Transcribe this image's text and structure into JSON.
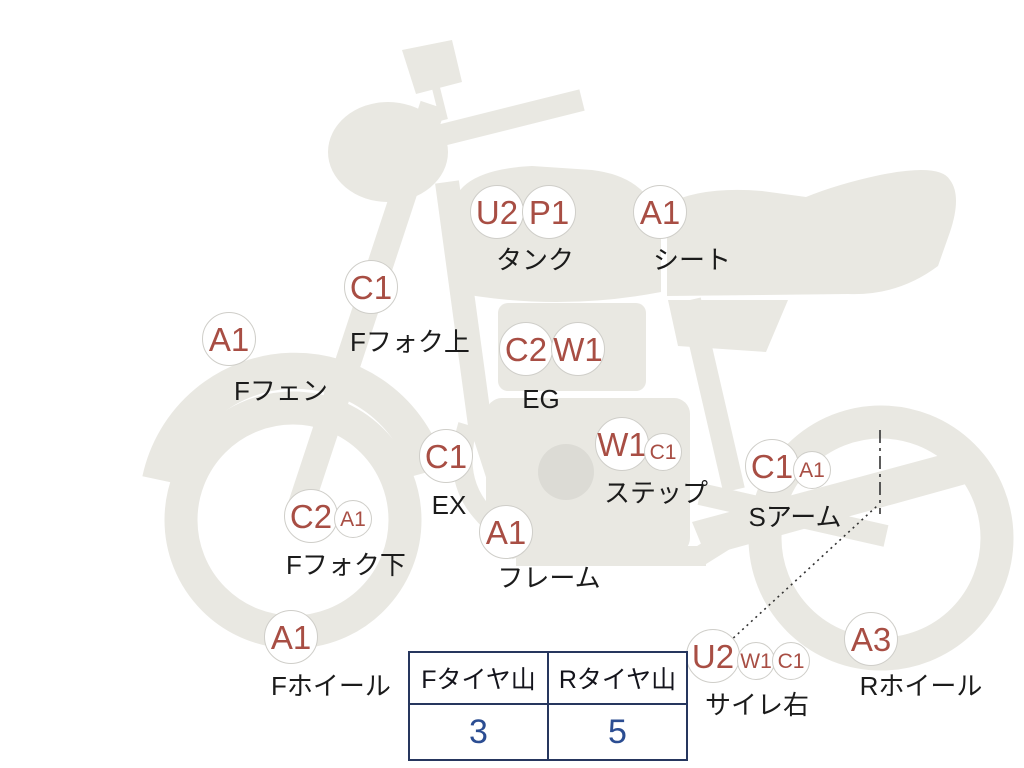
{
  "diagram": {
    "title": "motorcycle-condition-map",
    "markers": [
      {
        "id": "tank",
        "codes": [
          "U2",
          "P1"
        ],
        "label": "タンク"
      },
      {
        "id": "seat",
        "codes": [
          "A1"
        ],
        "label": "シート"
      },
      {
        "id": "front-fork-upper",
        "codes": [
          "C1"
        ],
        "label": "Fフォク上"
      },
      {
        "id": "front-fender",
        "codes": [
          "A1"
        ],
        "label": "Fフェン"
      },
      {
        "id": "engine",
        "codes": [
          "C2",
          "W1"
        ],
        "label": "EG"
      },
      {
        "id": "exhaust",
        "codes": [
          "C1"
        ],
        "label": "EX"
      },
      {
        "id": "step",
        "codes": [
          "W1",
          "C1"
        ],
        "label": "ステップ"
      },
      {
        "id": "swing-arm",
        "codes": [
          "C1",
          "A1"
        ],
        "label": "Sアーム"
      },
      {
        "id": "front-fork-lower",
        "codes": [
          "C2",
          "A1"
        ],
        "label": "Fフォク下"
      },
      {
        "id": "frame",
        "codes": [
          "A1"
        ],
        "label": "フレーム"
      },
      {
        "id": "front-wheel",
        "codes": [
          "A1"
        ],
        "label": "Fホイール"
      },
      {
        "id": "silencer-right",
        "codes": [
          "U2",
          "W1",
          "C1"
        ],
        "label": "サイレ右"
      },
      {
        "id": "rear-wheel",
        "codes": [
          "A3"
        ],
        "label": "Rホイール"
      }
    ]
  },
  "tire_table": {
    "headers": [
      "Fタイヤ山",
      "Rタイヤ山"
    ],
    "values": [
      "3",
      "5"
    ]
  },
  "colors": {
    "code_text": "#a84e44",
    "label_text": "#1b1b1b",
    "table_border": "#26365e",
    "table_value": "#2b4d92",
    "bike_body": "#e9e8e2"
  }
}
